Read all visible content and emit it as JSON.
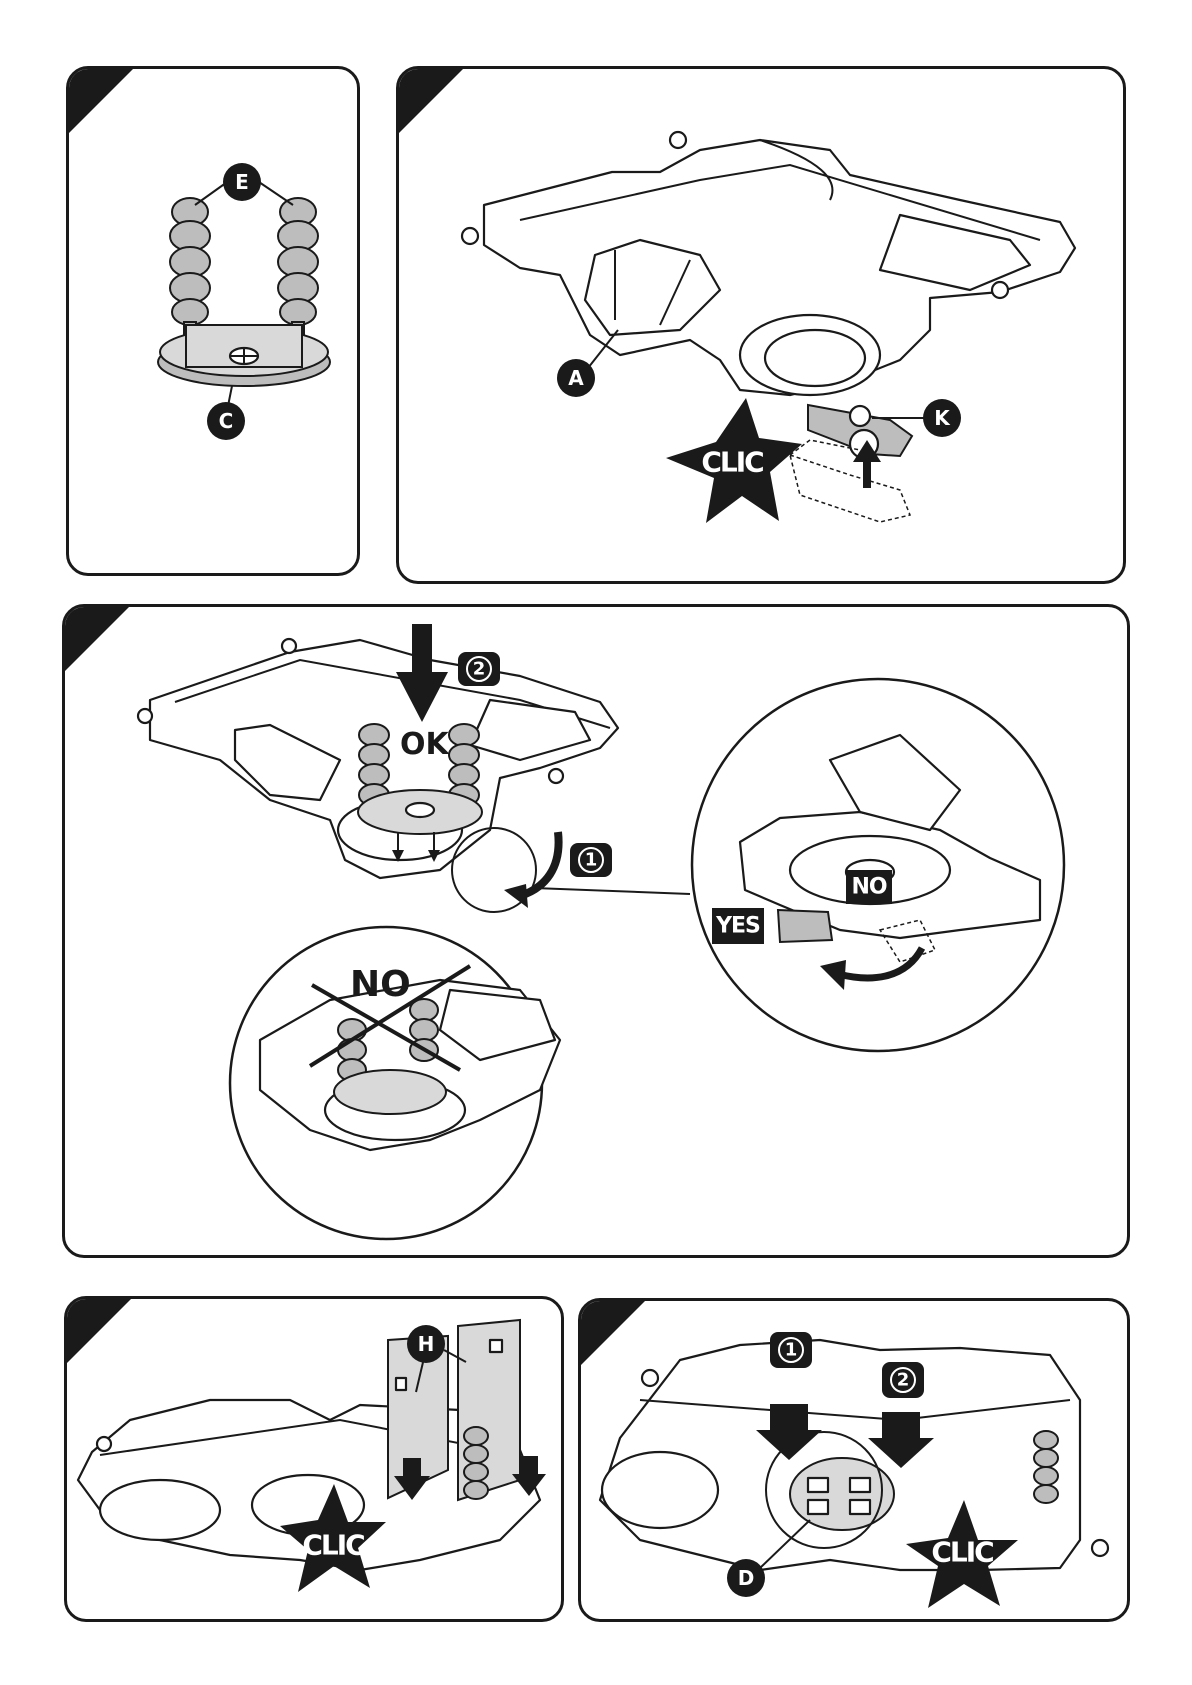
{
  "panels": [
    {
      "id": "p1",
      "labels": [
        "E",
        "C"
      ]
    },
    {
      "id": "p2",
      "labels": [
        "A",
        "K"
      ],
      "clic": "CLIC"
    },
    {
      "id": "p3",
      "steps": [
        "2",
        "1"
      ],
      "ok": "OK",
      "no_top": "NO",
      "yes": "YES",
      "no_bottom": "NO"
    },
    {
      "id": "p4",
      "labels": [
        "H"
      ],
      "clic": "CLIC"
    },
    {
      "id": "p5",
      "labels": [
        "D"
      ],
      "steps": [
        "1",
        "2"
      ],
      "clic": "CLIC"
    }
  ],
  "colors": {
    "ink": "#1a1a1a",
    "grey_part": "#bdbdbd",
    "light_part": "#d9d9d9",
    "paper": "#ffffff"
  }
}
